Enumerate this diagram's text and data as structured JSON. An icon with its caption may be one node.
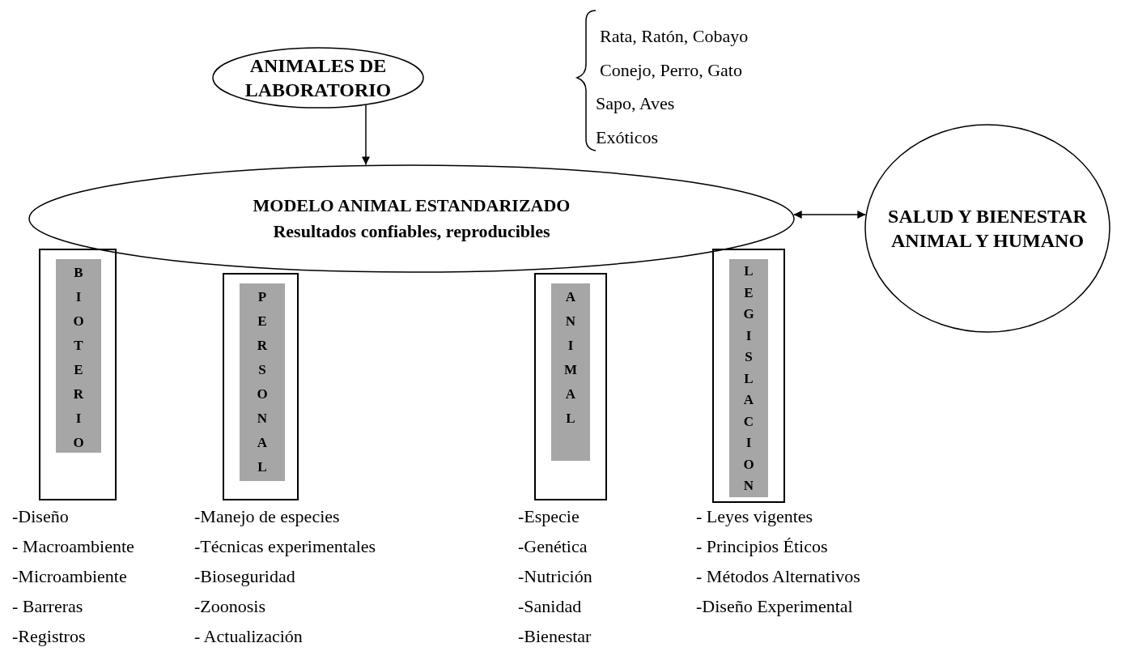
{
  "diagram": {
    "nodes": [
      {
        "text": [
          "ANIMALES DE LABORATORIO"
        ]
      },
      {
        "text": [
          "MODELO ANIMAL ESTANDARIZADO",
          "Resultados confiables, reproducibles"
        ]
      },
      {
        "text": [
          "SALUD Y BIENESTAR ANIMAL Y HUMANO"
        ]
      },
      {
        "text": [
          "BIOTERIO"
        ],
        "beside": [
          "-Diseño",
          "- Macroambiente",
          "-Microambiente",
          "- Barreras",
          "-Registros"
        ]
      },
      {
        "text": [
          "PERSONAL"
        ],
        "beside": [
          "-Manejo de especies",
          "-Técnicas experimentales",
          "-Bioseguridad",
          "-Zoonosis",
          "- Actualización"
        ]
      },
      {
        "text": [
          "ANIMAL"
        ],
        "beside": [
          "-Especie",
          "-Genética",
          "-Nutrición",
          "-Sanidad",
          "-Bienestar"
        ]
      },
      {
        "text": [
          "LEGISLACION"
        ],
        "beside": [
          "- Leyes vigentes",
          "- Principios Éticos",
          "- Métodos Alternativos",
          "-Diseño Experimental"
        ]
      }
    ],
    "edges": [
      {
        "from": 0,
        "to": 1,
        "arrow": "to"
      },
      {
        "from": 1,
        "to": 2,
        "arrow": "both"
      }
    ],
    "labels": [
      "Rata, Ratón, Cobayo",
      "Conejo, Perro, Gato",
      "Sapo, Aves",
      "Exóticos"
    ]
  }
}
